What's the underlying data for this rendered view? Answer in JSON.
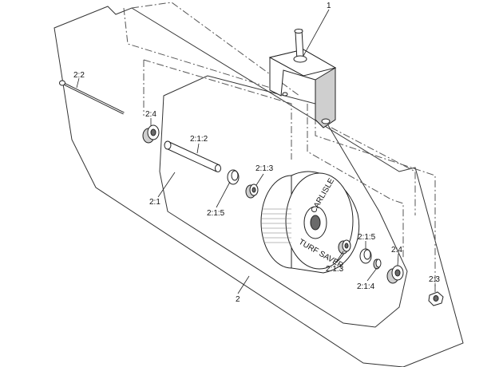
{
  "callouts": {
    "c1": "1",
    "c2": "2",
    "c2_1": "2:1",
    "c2_1_2": "2:1:2",
    "c2_1_3_top": "2:1:3",
    "c2_1_3_bottom": "2:1:3",
    "c2_1_4": "2:1:4",
    "c2_1_5_left": "2:1:5",
    "c2_1_5_right": "2:1:5",
    "c2_2": "2:2",
    "c2_3": "2:3",
    "c2_4_left": "2:4",
    "c2_4_right": "2:4"
  },
  "tire_text": {
    "top": "CARLISLE",
    "bottom": "TURF SAVER"
  }
}
